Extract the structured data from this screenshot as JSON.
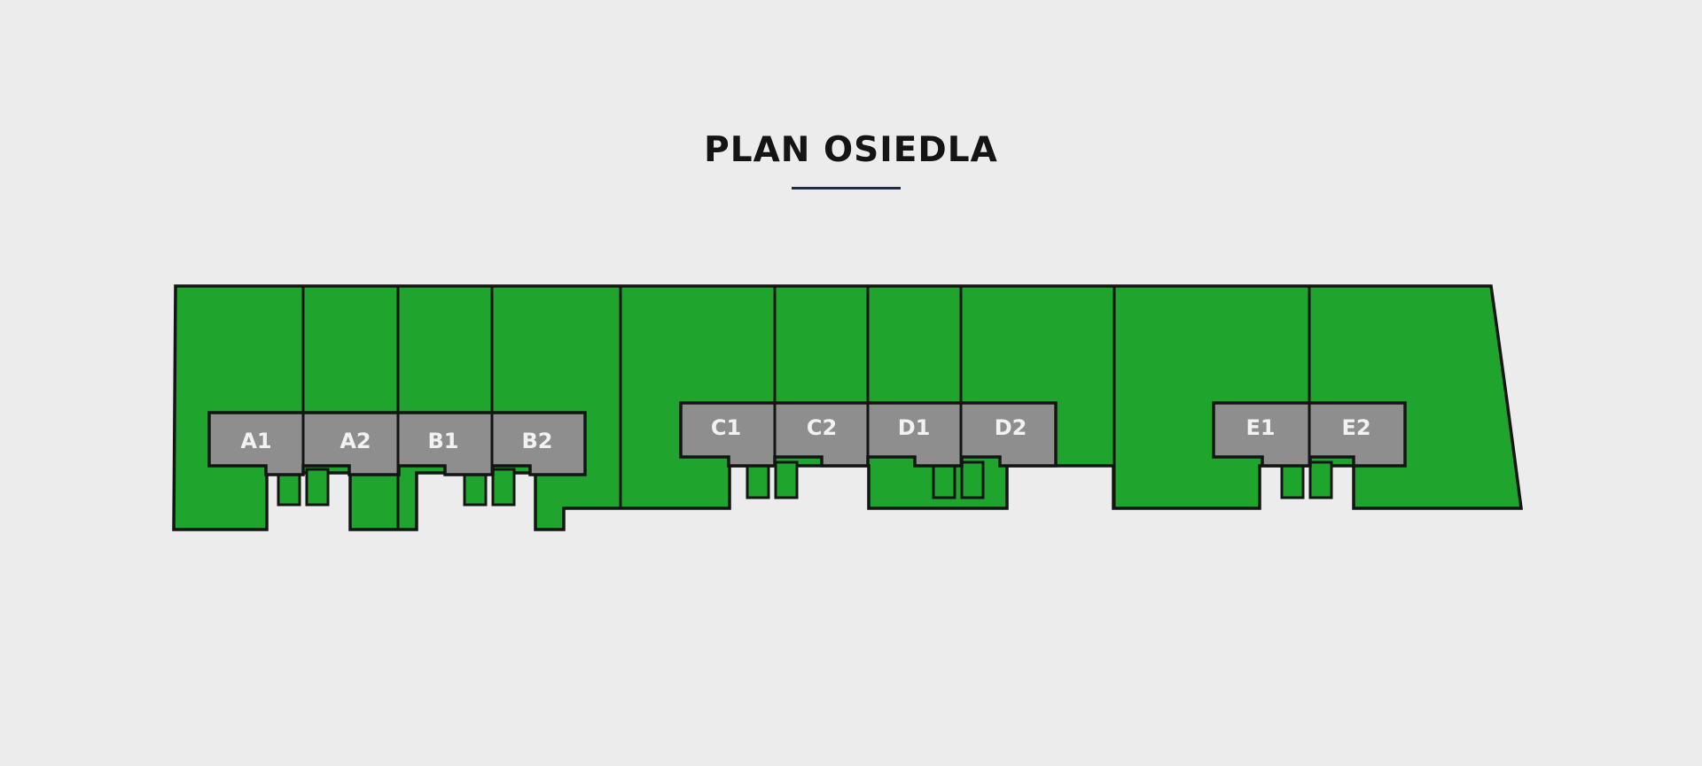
{
  "title": "PLAN OSIEDLA",
  "colors": {
    "background": "#ececec",
    "plot_green": "#1fa52e",
    "building_gray": "#8e8e8e",
    "outline": "#141414",
    "label": "#f2f2f2",
    "underline": "#1f2a44"
  },
  "units": {
    "a1": "A1",
    "a2": "A2",
    "b1": "B1",
    "b2": "B2",
    "c1": "C1",
    "c2": "C2",
    "d1": "D1",
    "d2": "D2",
    "e1": "E1",
    "e2": "E2"
  }
}
